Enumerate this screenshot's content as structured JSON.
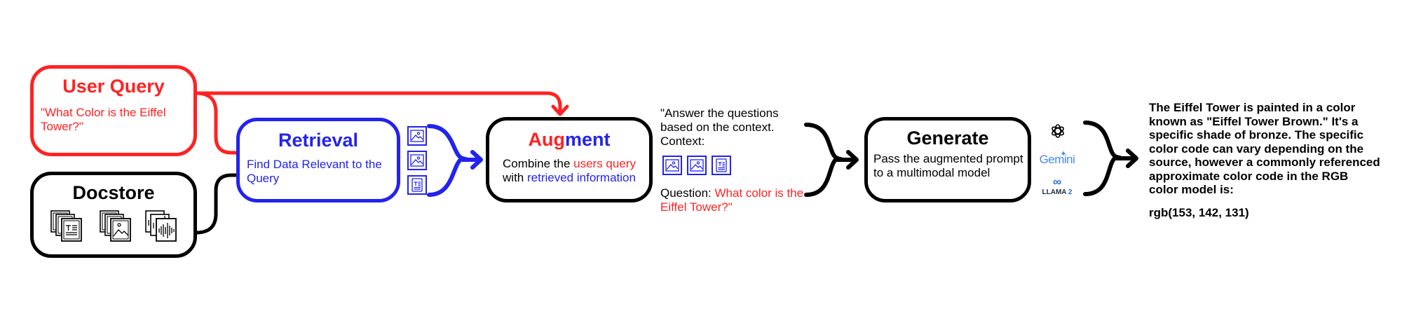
{
  "colors": {
    "query_red": "#ff2222",
    "retrieval_blue": "#2323ee",
    "black": "#000000",
    "gemini_blue": "#4a86f0",
    "meta_blue": "#1e6ed8"
  },
  "user_query": {
    "title": "User Query",
    "text": "\"What Color is the Eiffel Tower?\""
  },
  "docstore": {
    "title": "Docstore",
    "icons": [
      "text-document-stack-icon",
      "image-document-stack-icon",
      "audio-document-stack-icon"
    ]
  },
  "retrieval": {
    "title": "Retrieval",
    "text": "Find Data Relevant to the Query",
    "retrieved_items": [
      "image-icon",
      "image-icon",
      "text-document-icon"
    ]
  },
  "augment": {
    "title_part1": "Aug",
    "title_part2": "ment",
    "text_line1_prefix": "Combine the ",
    "text_line1_highlight": "users query",
    "text_line2_prefix": "with ",
    "text_line2_highlight": "retrieved information"
  },
  "prompt": {
    "intro": "\"Answer the questions based on the context.",
    "context_label": "Context:",
    "context_items": [
      "image-icon",
      "image-icon",
      "text-document-icon"
    ],
    "question_label": "Question: ",
    "question_text": "What color is the Eiffel Tower?\""
  },
  "generate": {
    "title": "Generate",
    "text": "Pass the augmented prompt to a multimodal model"
  },
  "models": {
    "openai_icon": "openai-logo-icon",
    "gemini": "Gemini",
    "meta_symbol": "∞",
    "llama_label": "LLAMA",
    "llama_version": " 2"
  },
  "answer": {
    "text": "The Eiffel Tower is painted in a color known as \"Eiffel Tower Brown.\" It's a specific shade of bronze. The specific color code can vary depending on the source, however a commonly referenced approximate color code in the RGB color model is:",
    "rgb": "rgb(153, 142, 131)"
  }
}
